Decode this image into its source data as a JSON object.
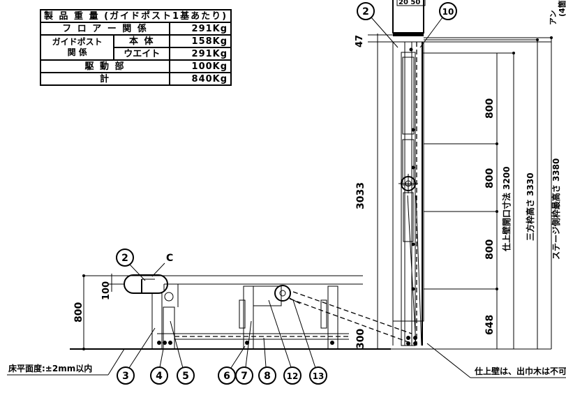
{
  "weight_table": {
    "header": "製 品 重 量 (ガイドポスト1基あたり)",
    "floor_label": "フ ロ ア ー 関 係",
    "floor_value": "291Kg",
    "guidepost_label_line1": "ガイドポスト",
    "guidepost_label_line2": "関 係",
    "body_label": "本 体",
    "body_value": "158Kg",
    "weight_label": "ウエイト",
    "weight_value": "291Kg",
    "drive_label": "駆 動 部",
    "drive_value": "100Kg",
    "total_label": "計",
    "total_value": "840Kg"
  },
  "callouts": {
    "c2_top": "2",
    "c10": "10",
    "c2_left": "2",
    "cC": "C",
    "c3": "3",
    "c4": "4",
    "c5": "5",
    "c6": "6",
    "c7": "7",
    "c8": "8",
    "c12": "12",
    "c13": "13"
  },
  "dimensions": {
    "d47": "47",
    "d3033": "3033",
    "d800a": "800",
    "d800b": "800",
    "d800c": "800",
    "d648": "648",
    "d300": "300",
    "d3200": "仕上壁開口寸法 3200",
    "d3330": "三方枠高さ 3330",
    "d3380": "ステージ側枠最高さ 3380",
    "left800": "800",
    "left100": "100"
  },
  "notes": {
    "floor_flatness": "床平面度:±2mm以内",
    "finish_wall": "仕上壁は、出巾木は不可",
    "top_partial_1": "アン",
    "top_partial_2": "(4箇",
    "top_partial_3": "20 50"
  }
}
